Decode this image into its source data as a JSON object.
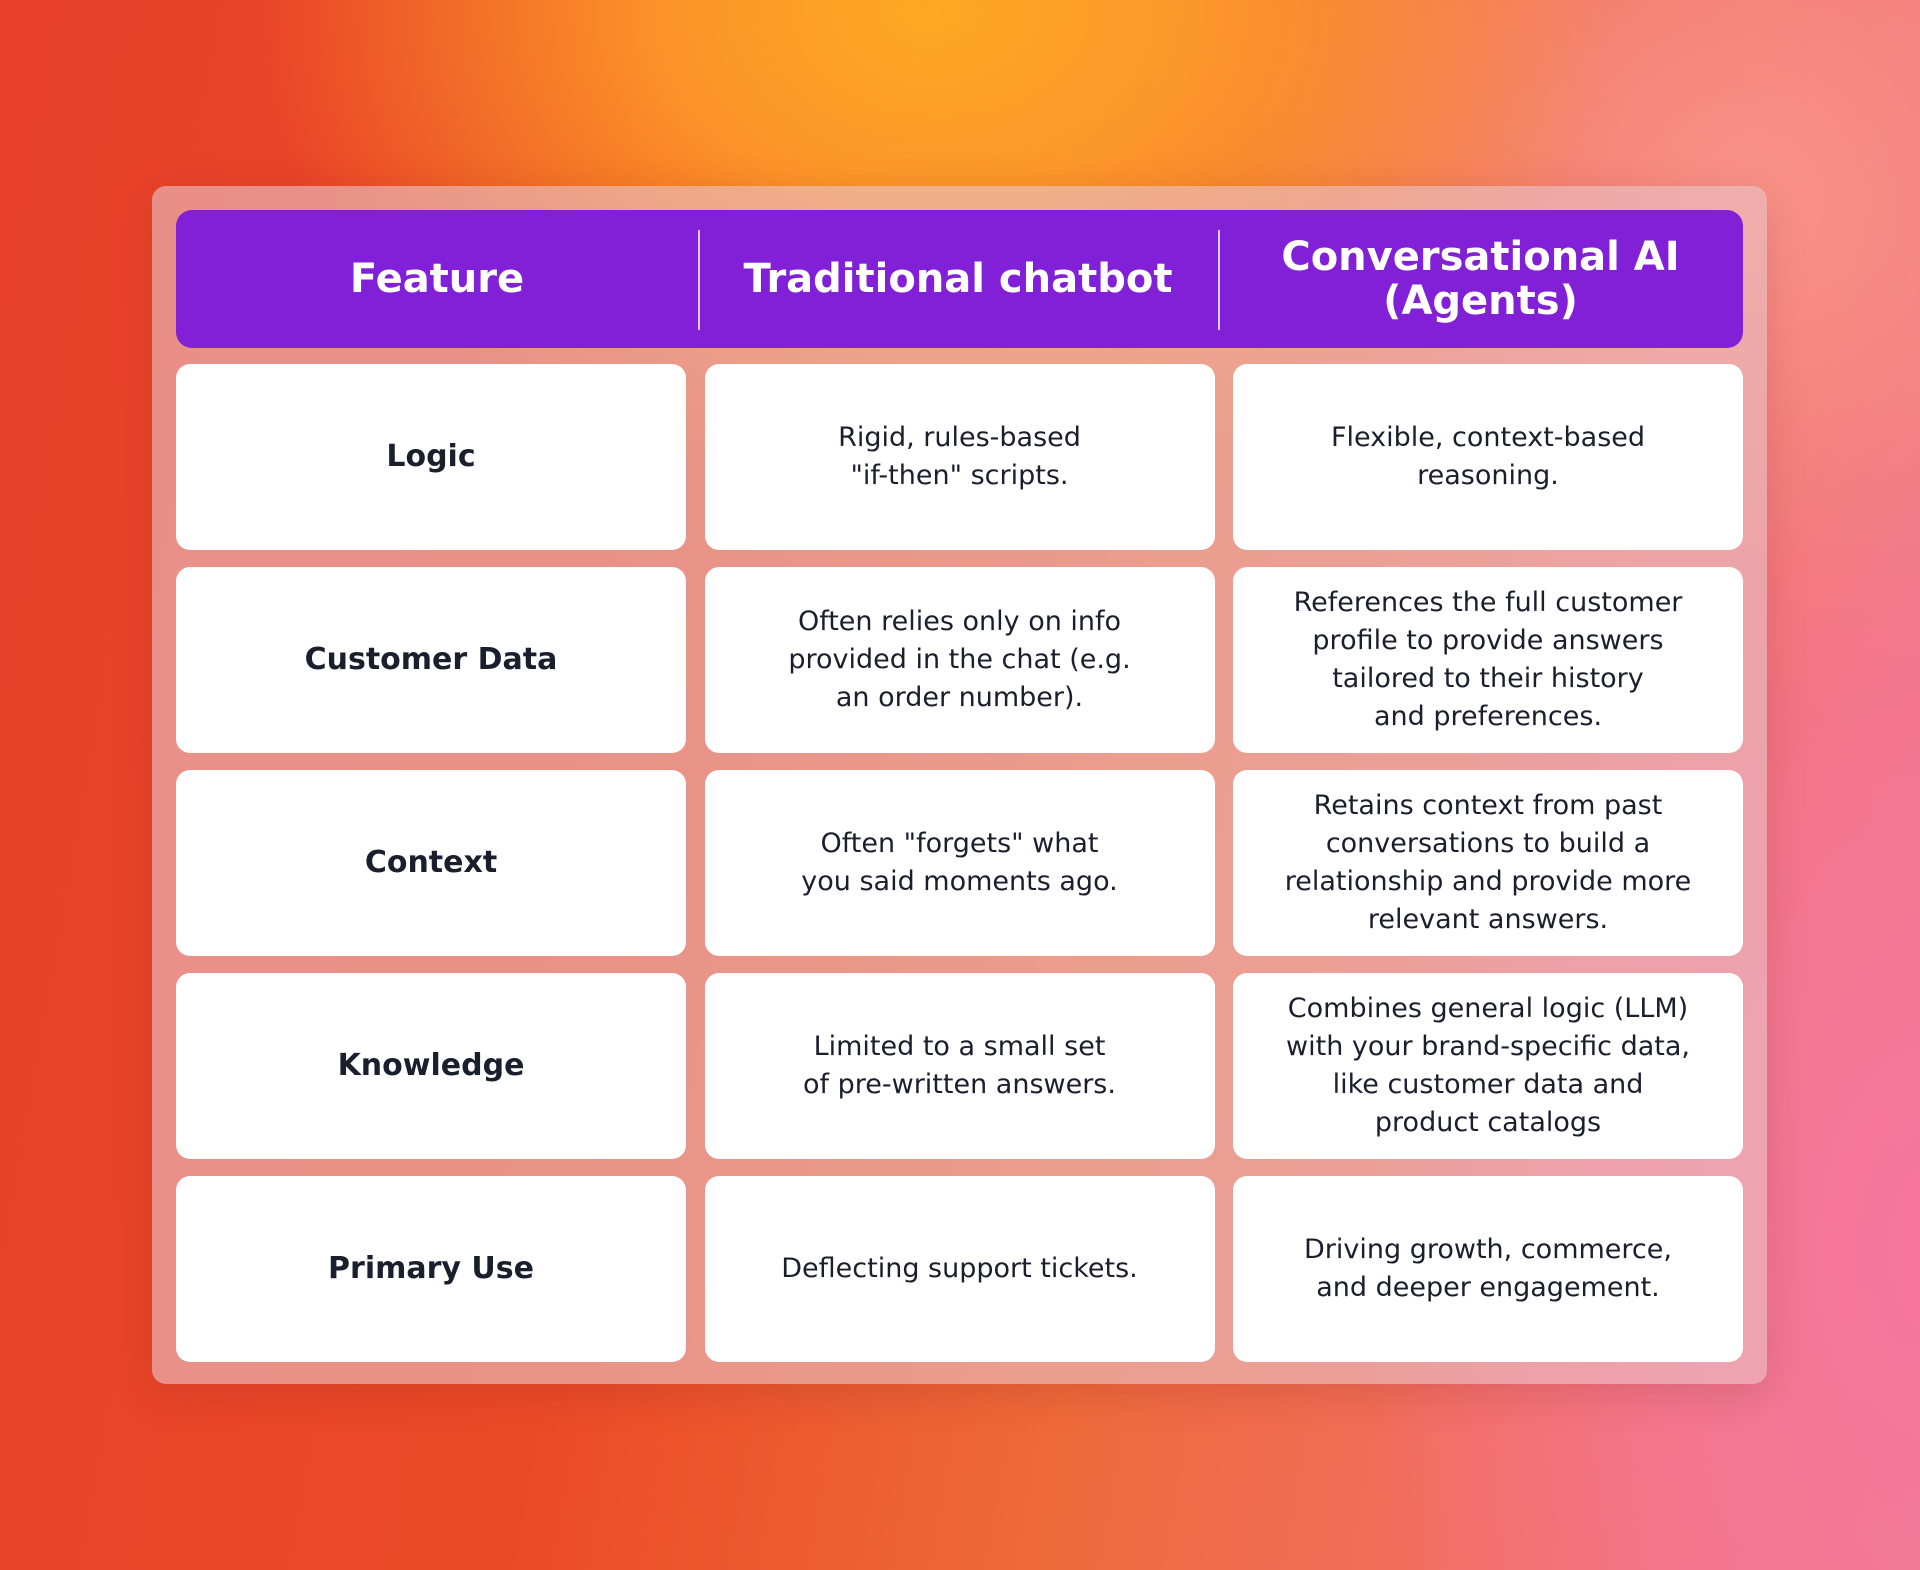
{
  "chart_data": {
    "type": "table",
    "columns": [
      "Feature",
      "Traditional chatbot",
      "Conversational AI\n(Agents)"
    ],
    "rows": [
      {
        "feature": "Logic",
        "traditional": "Rigid, rules-based\n\"if-then\" scripts.",
        "conversational": "Flexible, context-based\nreasoning."
      },
      {
        "feature": "Customer Data",
        "traditional": "Often relies only on info\nprovided in the chat (e.g.\nan order number).",
        "conversational": "References the full customer\nprofile to provide answers\ntailored to their history\nand preferences."
      },
      {
        "feature": "Context",
        "traditional": "Often \"forgets\" what\nyou said moments ago.",
        "conversational": "Retains context from past\nconversations to build a\nrelationship and provide more\nrelevant answers."
      },
      {
        "feature": "Knowledge",
        "traditional": "Limited to a small set\nof pre-written answers.",
        "conversational": "Combines general logic (LLM)\nwith your brand-specific data,\nlike customer data and\nproduct catalogs"
      },
      {
        "feature": "Primary Use",
        "traditional": "Deflecting support tickets.",
        "conversational": "Driving growth, commerce,\nand deeper engagement."
      }
    ]
  },
  "colors": {
    "header_bg": "#8220d8",
    "header_text": "#ffffff",
    "cell_bg": "#ffffff",
    "cell_text": "#1a1f2e"
  }
}
